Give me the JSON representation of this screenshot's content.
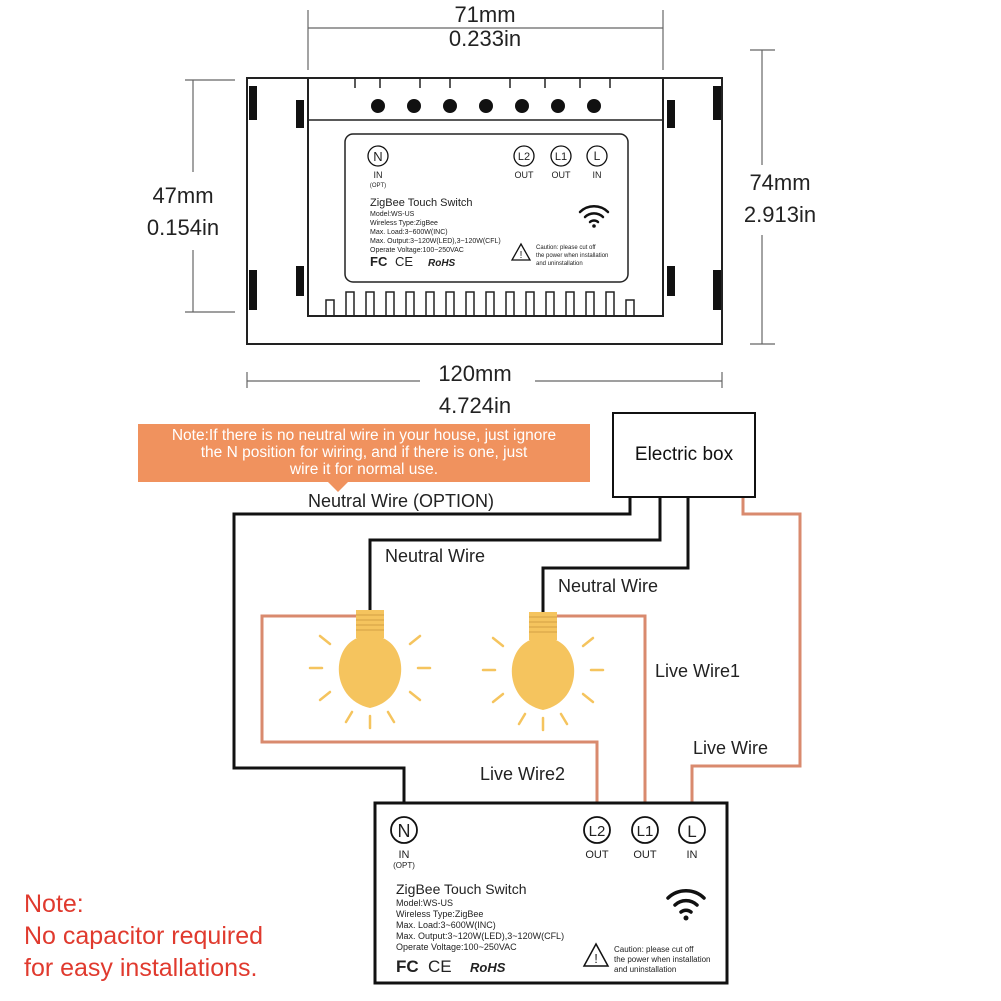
{
  "dimensions": {
    "width_mm": "71mm",
    "width_in": "0.233in",
    "height_mm": "47mm",
    "height_in": "0.154in",
    "outer_height_mm": "74mm",
    "outer_height_in": "2.913in",
    "outer_width_mm": "120mm",
    "outer_width_in": "4.724in"
  },
  "switch_label": {
    "terminal_n": "N",
    "terminal_n_sub": "IN",
    "terminal_n_opt": "(OPT)",
    "terminal_l2": "L2",
    "terminal_l1": "L1",
    "terminal_l": "L",
    "out": "OUT",
    "in": "IN",
    "title": "ZigBee Touch Switch",
    "model": "Model:WS-US",
    "wireless": "Wireless Type:ZigBee",
    "max_load": "Max. Load:3~600W(INC)",
    "max_output": "Max. Output:3~120W(LED),3~120W(CFL)",
    "voltage": "Operate Voltage:100~250VAC",
    "caution_1": "Caution: please cut off",
    "caution_2": "the power when installation",
    "caution_3": "and uninstallation",
    "fc": "FC",
    "ce": "CE",
    "rohs": "RoHS"
  },
  "note_banner": {
    "line1": "Note:If there is no neutral wire in your house, just ignore",
    "line2": "the N position for wiring, and if there is one, just",
    "line3": "wire it for normal use."
  },
  "electric_box": "Electric box",
  "wires": {
    "neutral_option": "Neutral Wire (OPTION)",
    "neutral_1": "Neutral Wire",
    "neutral_2": "Neutral Wire",
    "live_1": "Live Wire1",
    "live_2": "Live Wire2",
    "live": "Live Wire"
  },
  "red_note": {
    "line1": "Note:",
    "line2": "No capacitor required",
    "line3": "for easy installations."
  },
  "colors": {
    "neutral": "#111111",
    "live": "#d98a6e",
    "bulb": "#f5c45e",
    "banner": "#f0925e",
    "red_note": "#e03a2e"
  }
}
